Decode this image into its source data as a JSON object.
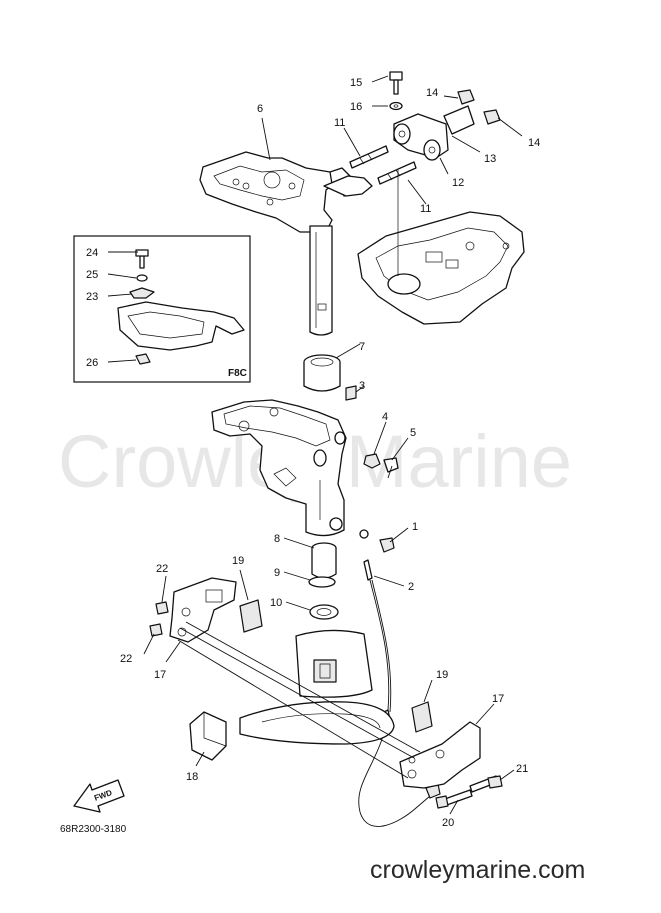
{
  "watermark": "Crowley Marine",
  "footer": {
    "url": "crowleymarine.com"
  },
  "diagram_code": "68R2300-3180",
  "inset": {
    "tag": "F8C"
  },
  "fwd_label": "FWD",
  "callouts": {
    "c1": "1",
    "c2": "2",
    "c3": "3",
    "c4": "4",
    "c5": "5",
    "c6": "6",
    "c7": "7",
    "c8": "8",
    "c9": "9",
    "c10": "10",
    "c11a": "11",
    "c11b": "11",
    "c12": "12",
    "c13": "13",
    "c14a": "14",
    "c14b": "14",
    "c15": "15",
    "c16": "16",
    "c17a": "17",
    "c17b": "17",
    "c18": "18",
    "c19a": "19",
    "c19b": "19",
    "c20": "20",
    "c21": "21",
    "c22a": "22",
    "c22b": "22",
    "c23": "23",
    "c24": "24",
    "c25": "25",
    "c26": "26"
  }
}
